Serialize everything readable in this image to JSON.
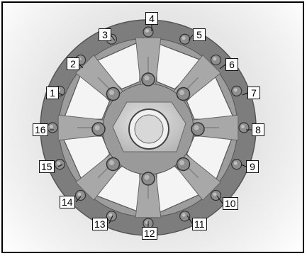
{
  "figure": {
    "subject": "wheel-lug-nut-tightening-sequence",
    "callouts": [
      "1",
      "2",
      "3",
      "4",
      "5",
      "6",
      "7",
      "8",
      "9",
      "10",
      "11",
      "12",
      "13",
      "14",
      "15",
      "16"
    ]
  },
  "colors": {
    "tire_ring": "#7d7d7d",
    "wheel_face": "#a8a8a8",
    "spoke_window": "#f4f4f4",
    "hub": "#c4c4c4",
    "lug_nut": "#8e8e8e",
    "outline": "#111111"
  }
}
